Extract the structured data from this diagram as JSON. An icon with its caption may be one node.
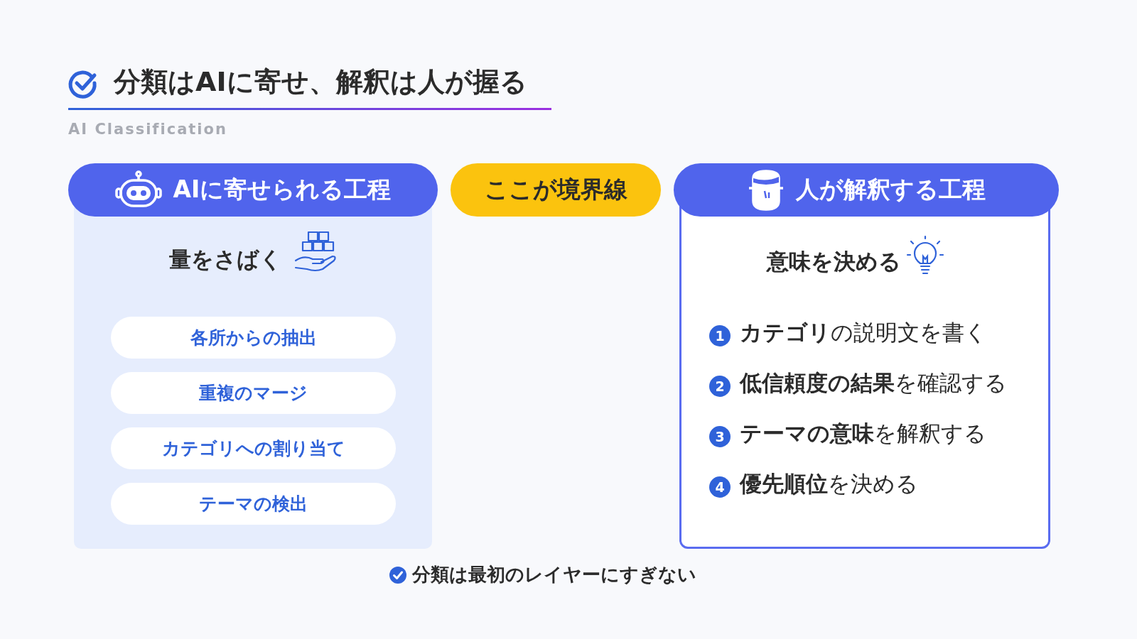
{
  "diagram": {
    "title": "分類はAIに寄せ、解釈は人が握る",
    "nodes": [
      {
        "text": [
          "AIに寄せられる工程"
        ]
      },
      {
        "text": [
          "量をさばく"
        ]
      },
      {
        "text": [
          "各所からの抽出"
        ],
        "in": 1
      },
      {
        "text": [
          "重複のマージ"
        ],
        "in": 1
      },
      {
        "text": [
          "カテゴリへの割り当て"
        ],
        "in": 1
      },
      {
        "text": [
          "テーマの検出"
        ],
        "in": 1
      },
      {
        "text": [
          "ここが境界線"
        ]
      },
      {
        "text": [
          "人が解釈する工程"
        ]
      },
      {
        "text": [
          "意味を決める"
        ]
      }
    ],
    "labels": [
      "AI Classification",
      "1",
      "**カテゴリ**の説明文を書く",
      "2",
      "**低信頼度の結果**を確認する",
      "3",
      "**テーマの意味**を解釈する",
      "4",
      "**優先順位**を決める",
      "分類は最初のレイヤーにすぎない"
    ]
  }
}
